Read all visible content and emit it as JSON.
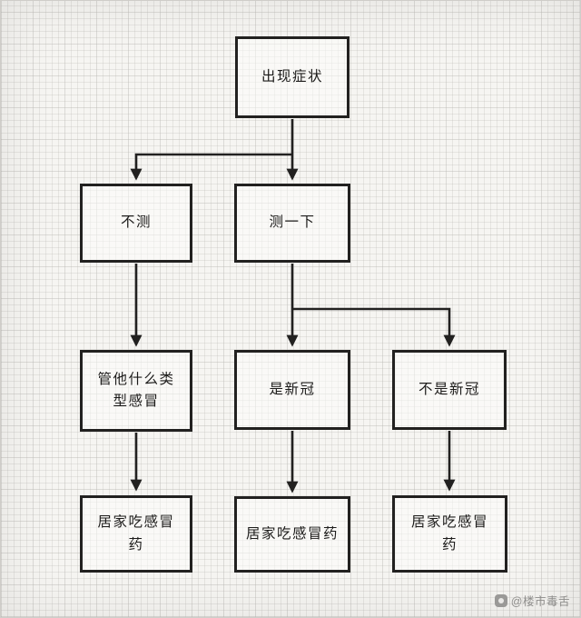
{
  "diagram": {
    "type": "flowchart",
    "nodes": {
      "start": {
        "label": "出现症状"
      },
      "no_test": {
        "label": "不测"
      },
      "test": {
        "label": "测一下"
      },
      "any_cold": {
        "label": "管他什么类型感冒"
      },
      "is_covid": {
        "label": "是新冠"
      },
      "not_covid": {
        "label": "不是新冠"
      },
      "home_1": {
        "label": "居家吃感冒药"
      },
      "home_2": {
        "label": "居家吃感冒药"
      },
      "home_3": {
        "label": "居家吃感冒药"
      }
    },
    "edges": [
      {
        "from": "start",
        "to": "no_test"
      },
      {
        "from": "start",
        "to": "test"
      },
      {
        "from": "no_test",
        "to": "any_cold"
      },
      {
        "from": "test",
        "to": "is_covid"
      },
      {
        "from": "test",
        "to": "not_covid"
      },
      {
        "from": "any_cold",
        "to": "home_1"
      },
      {
        "from": "is_covid",
        "to": "home_2"
      },
      {
        "from": "not_covid",
        "to": "home_3"
      }
    ],
    "colors": {
      "line": "#222120",
      "paper": "#f6f5f2"
    }
  },
  "watermark": {
    "handle": "@楼市毒舌"
  }
}
